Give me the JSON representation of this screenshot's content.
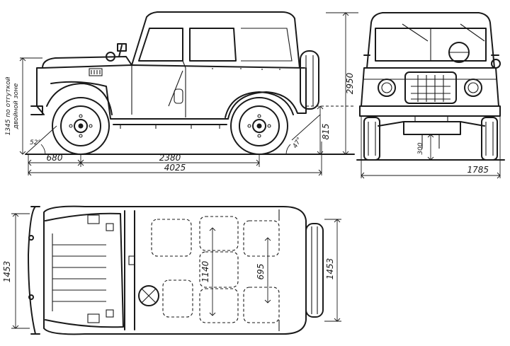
{
  "side_view": {
    "overall_height": "2950",
    "ground_clearance_body": "815",
    "wheelbase": "2380",
    "front_overhang": "680",
    "overall_length": "4025",
    "loaded_height_note": "1345 по отгуткой\nдвойной зоне",
    "approach_angle": "52°",
    "departure_angle": "47°"
  },
  "front_view": {
    "overall_width": "1785",
    "ground_clearance": "300"
  },
  "top_view": {
    "track_front": "1453",
    "track_rear": "1453",
    "interior_width": "1140",
    "seat_dimension": "695"
  }
}
